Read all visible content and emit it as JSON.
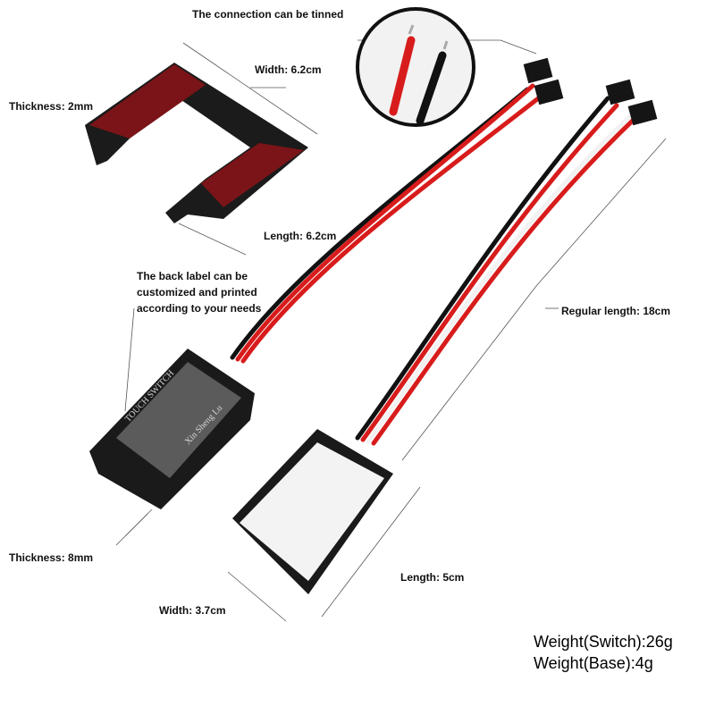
{
  "annotations": {
    "tinned": "The connection can be tinned",
    "width_frame": "Width: 6.2cm",
    "thickness_frame": "Thickness: 2mm",
    "length_frame": "Length: 6.2cm",
    "back_label": "The back label can be customized and printed according to your needs",
    "regular_length": "Regular length: 18cm",
    "thickness_switch": "Thickness: 8mm",
    "length_base": "Length: 5cm",
    "width_base": "Width: 3.7cm"
  },
  "weights": {
    "switch": "Weight(Switch):26g",
    "base": "Weight(Base):4g"
  },
  "product_label": {
    "title": "TOUCH SWITCH",
    "brand": "Xin Sheng Lu"
  },
  "colors": {
    "wire_red": "#d81c1c",
    "wire_black": "#111111",
    "wire_white": "#f2f2f2",
    "adhesive": "#7a1418",
    "body": "#1a1a1a"
  }
}
